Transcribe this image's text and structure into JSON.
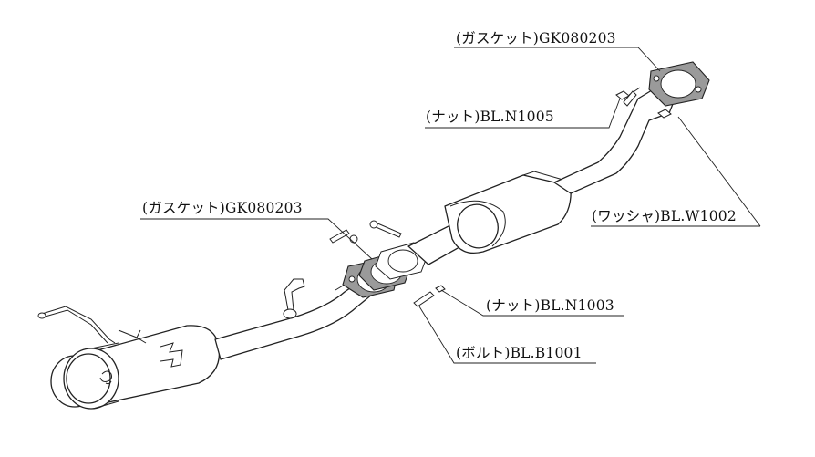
{
  "callouts": [
    {
      "id": "gasket-top",
      "text": "(ガスケット)GK080203"
    },
    {
      "id": "nut-top",
      "text": "(ナット)BL.N1005"
    },
    {
      "id": "washer",
      "text": "(ワッシャ)BL.W1002"
    },
    {
      "id": "gasket-mid",
      "text": "(ガスケット)GK080203"
    },
    {
      "id": "nut-mid",
      "text": "(ナット)BL.N1003"
    },
    {
      "id": "bolt",
      "text": "(ボルト)BL.B1001"
    }
  ],
  "colors": {
    "line": "#222222",
    "flange_fill": "#9a9a9a",
    "background": "#ffffff"
  }
}
